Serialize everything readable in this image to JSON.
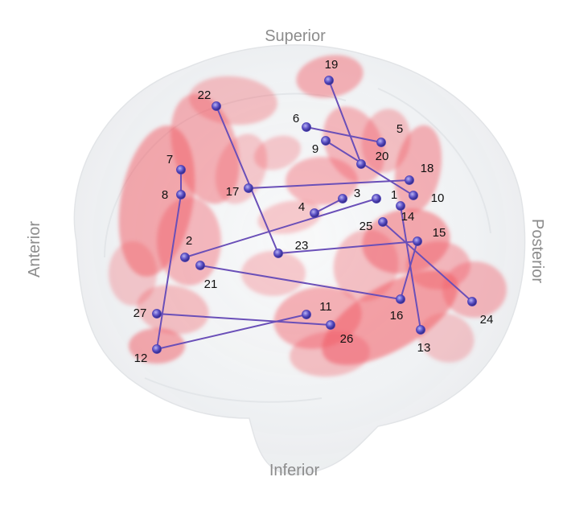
{
  "orientation_labels": {
    "superior": "Superior",
    "inferior": "Inferior",
    "anterior": "Anterior",
    "posterior": "Posterior"
  },
  "colors": {
    "node": "#4a3fb5",
    "edge": "#6a4fb8",
    "region": "#f25a63",
    "brain": "#eef0f2"
  },
  "nodes": [
    {
      "id": "1"
    },
    {
      "id": "2"
    },
    {
      "id": "3"
    },
    {
      "id": "4"
    },
    {
      "id": "5"
    },
    {
      "id": "6"
    },
    {
      "id": "7"
    },
    {
      "id": "8"
    },
    {
      "id": "9"
    },
    {
      "id": "10"
    },
    {
      "id": "11"
    },
    {
      "id": "12"
    },
    {
      "id": "13"
    },
    {
      "id": "14"
    },
    {
      "id": "15"
    },
    {
      "id": "16"
    },
    {
      "id": "17"
    },
    {
      "id": "18"
    },
    {
      "id": "19"
    },
    {
      "id": "20"
    },
    {
      "id": "21"
    },
    {
      "id": "22"
    },
    {
      "id": "23"
    },
    {
      "id": "24"
    },
    {
      "id": "25"
    },
    {
      "id": "26"
    },
    {
      "id": "27"
    }
  ],
  "edges": [
    [
      "19",
      "20"
    ],
    [
      "6",
      "5"
    ],
    [
      "9",
      "10"
    ],
    [
      "22",
      "23"
    ],
    [
      "17",
      "18"
    ],
    [
      "7",
      "8"
    ],
    [
      "8",
      "12"
    ],
    [
      "12",
      "11"
    ],
    [
      "27",
      "26"
    ],
    [
      "2",
      "1"
    ],
    [
      "4",
      "3"
    ],
    [
      "21",
      "16"
    ],
    [
      "23",
      "15"
    ],
    [
      "15",
      "16"
    ],
    [
      "14",
      "13"
    ],
    [
      "25",
      "24"
    ]
  ]
}
